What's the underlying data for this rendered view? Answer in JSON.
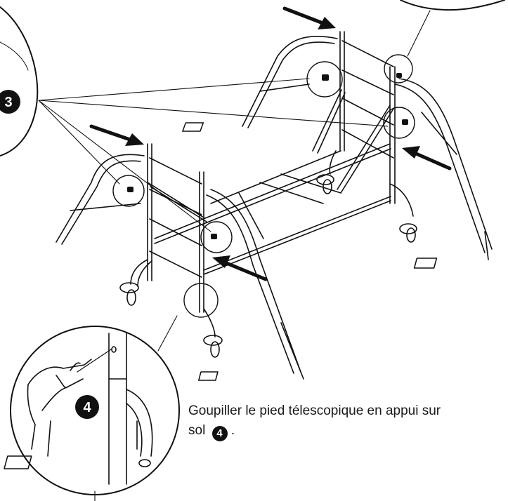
{
  "callouts": {
    "step3": "3",
    "step4": "4"
  },
  "instruction": {
    "line1": "Goupiller le pied télescopique en appui sur",
    "line2_prefix": "sol",
    "badge": "4",
    "line2_suffix": "."
  }
}
